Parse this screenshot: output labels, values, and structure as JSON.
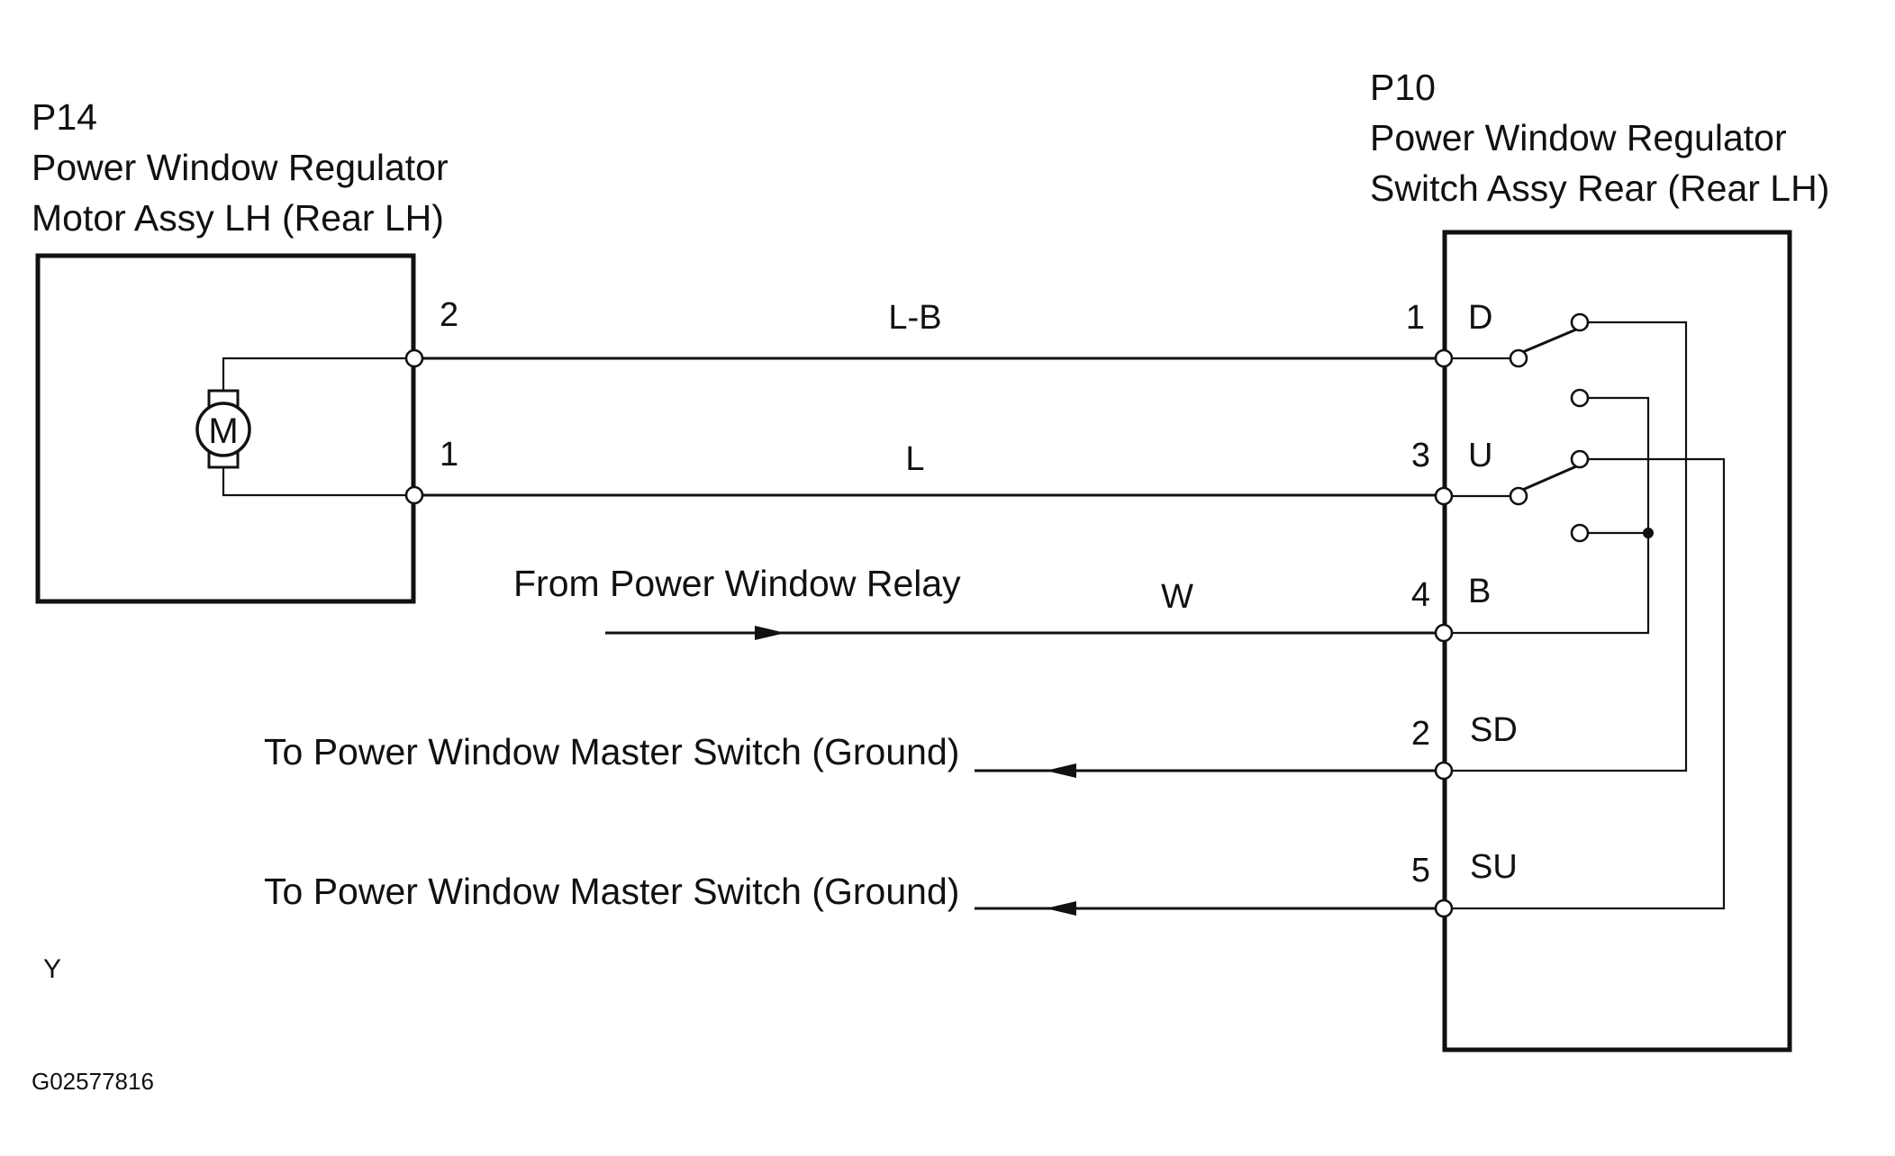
{
  "motor_assy": {
    "code": "P14",
    "name_line1": "Power Window Regulator",
    "name_line2": "Motor Assy LH (Rear LH)",
    "motor_symbol": "M",
    "pins": [
      "2",
      "1"
    ]
  },
  "switch_assy": {
    "code": "P10",
    "name_line1": "Power Window Regulator",
    "name_line2": "Switch Assy Rear (Rear LH)",
    "pins": [
      {
        "number": "1",
        "name": "D"
      },
      {
        "number": "3",
        "name": "U"
      },
      {
        "number": "4",
        "name": "B"
      },
      {
        "number": "2",
        "name": "SD"
      },
      {
        "number": "5",
        "name": "SU"
      }
    ]
  },
  "wires": {
    "wire_1_color": "L-B",
    "wire_2_color": "L",
    "wire_3_color": "W"
  },
  "connections": {
    "from_relay": "From Power Window Relay",
    "to_master_sd": "To Power Window Master Switch (Ground)",
    "to_master_su": "To Power Window Master Switch (Ground)"
  },
  "footer": {
    "mark": "Y",
    "figure_code": "G02577816"
  }
}
